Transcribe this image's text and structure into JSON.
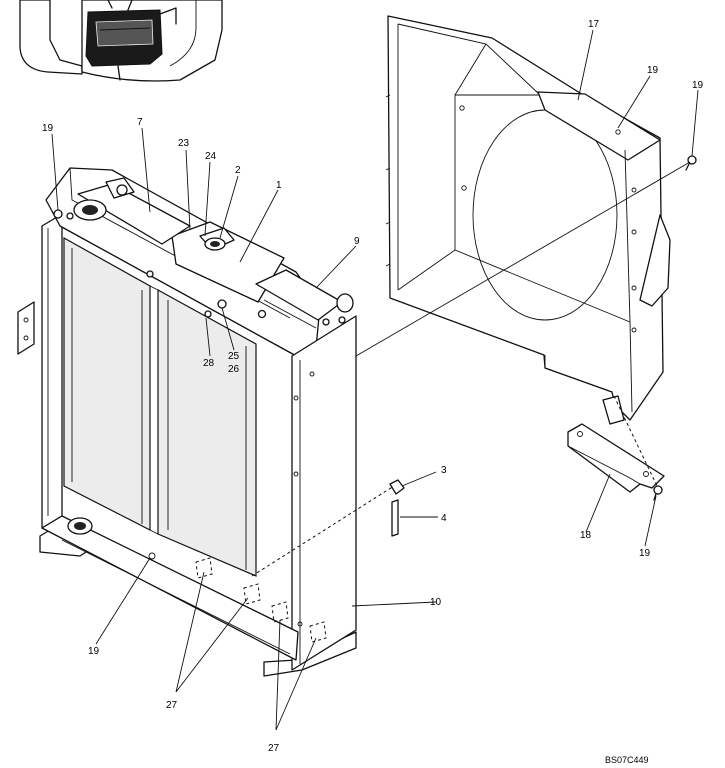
{
  "diagram": {
    "reference_code": "BS07C449",
    "callouts": {
      "c1": "1",
      "c2": "2",
      "c3": "3",
      "c4": "4",
      "c7": "7",
      "c9": "9",
      "c10": "10",
      "c17": "17",
      "c18": "18",
      "c19a": "19",
      "c19b": "19",
      "c19c": "19",
      "c19d": "19",
      "c19e": "19",
      "c23": "23",
      "c24": "24",
      "c25": "25",
      "c26": "26",
      "c27a": "27",
      "c27b": "27",
      "c28": "28"
    }
  }
}
